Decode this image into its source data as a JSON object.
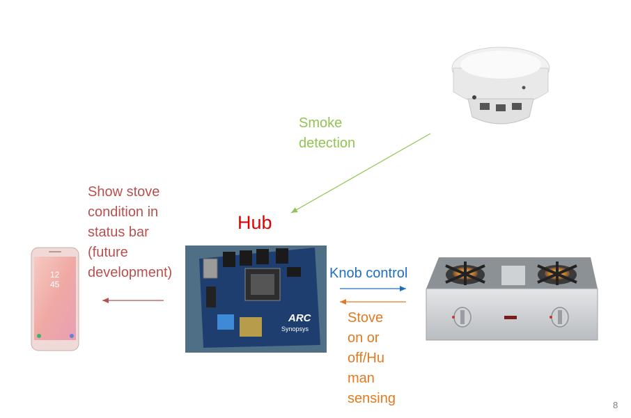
{
  "labels": {
    "smoke": "Smoke\ndetection",
    "phone": "Show stove\ncondition in\nstatus bar\n(future\ndevelopment)",
    "hub": "Hub",
    "knob": "Knob control",
    "stove": "Stove\non or\noff/Hu\nman\nsensing"
  },
  "phone_screen": {
    "time": "12\n45"
  },
  "board": {
    "logo": "ARC",
    "brand": "Synopsys"
  },
  "page_number": "8",
  "colors": {
    "smoke": "#92c353",
    "phone": "#b8504f",
    "hub": "#e00000",
    "knob": "#1f6fc0",
    "stove": "#e07b22"
  }
}
